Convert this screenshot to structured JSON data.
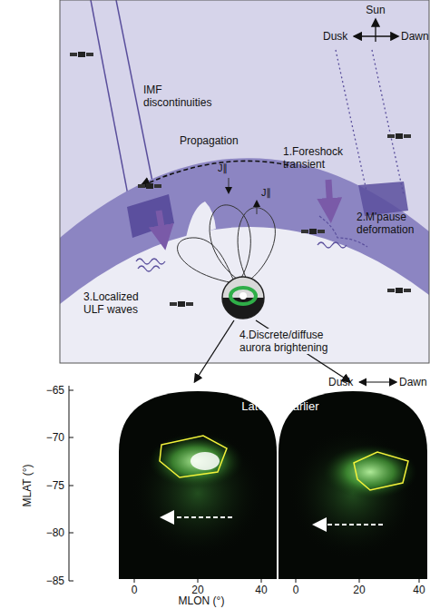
{
  "diagram": {
    "nodes": [
      {
        "text": [
          "Later"
        ]
      },
      {
        "text": [
          "Earlier"
        ]
      }
    ],
    "labels": [
      "Sun",
      "Dusk",
      "Dawn",
      "IMF discontinuities",
      "Propagation",
      "1.Foreshock transient",
      "2.M'pause deformation",
      "3.Localized ULF waves",
      "4.Discrete/diffuse aurora brightening",
      "J∥",
      "J∥",
      "Dusk",
      "Dawn",
      "MLAT (°)",
      "−65",
      "−70",
      "−75",
      "−80",
      "−85",
      "0",
      "20",
      "40",
      "0",
      "20",
      "40",
      "MLON (°)"
    ]
  }
}
